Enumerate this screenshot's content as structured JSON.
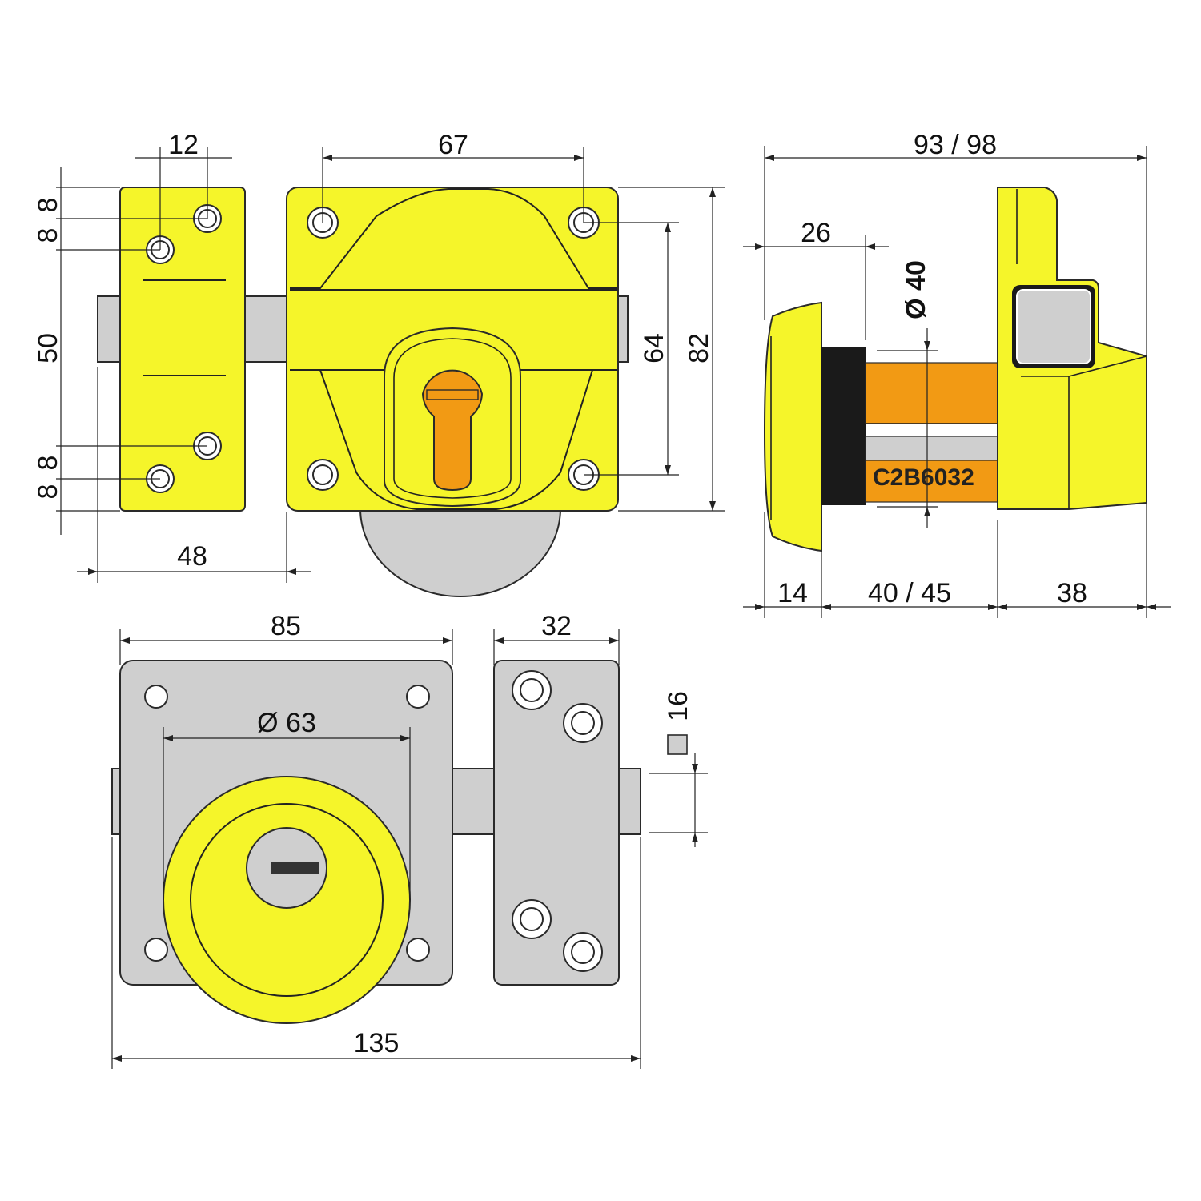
{
  "colors": {
    "body_yellow": "#f5f52a",
    "gray": "#cfcfcf",
    "cylinder_orange": "#f29a14",
    "black": "#1a1a1a"
  },
  "front_view": {
    "dims": {
      "hole_spacing_small": "12",
      "hole_spacing_wide": "67",
      "offset_top_1": "8",
      "offset_top_2": "8",
      "strike_hole_span": "50",
      "offset_bottom_1": "8",
      "offset_bottom_2": "8",
      "strike_width": "48",
      "inner_hole_span": "64",
      "total_height": "82"
    }
  },
  "side_view": {
    "dims": {
      "total_depth": "93 / 98",
      "rosette_depth": "26",
      "cylinder_diameter": "Ø 40",
      "rosette_thickness": "14",
      "door_thickness": "40 /  45",
      "body_depth": "38"
    },
    "model_code": "C2B6032"
  },
  "back_view": {
    "dims": {
      "plate_width": "85",
      "strike_width": "32",
      "rosette_diameter": "Ø 63",
      "bolt_section": "16",
      "bolt_height": "16",
      "overall_length": "135"
    }
  }
}
